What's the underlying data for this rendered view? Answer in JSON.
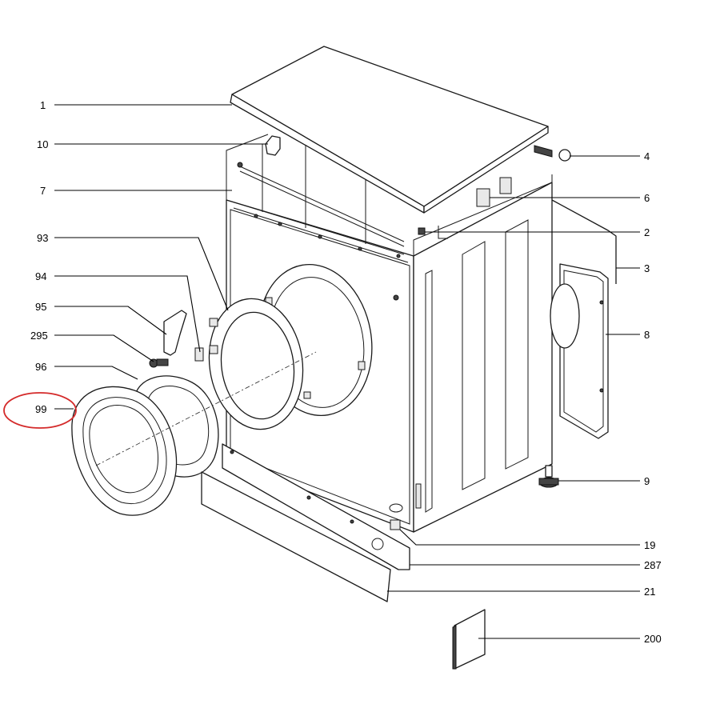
{
  "callouts": [
    {
      "id": "c1",
      "label": "1"
    },
    {
      "id": "c10",
      "label": "10"
    },
    {
      "id": "c7",
      "label": "7"
    },
    {
      "id": "c93",
      "label": "93"
    },
    {
      "id": "c94",
      "label": "94"
    },
    {
      "id": "c95",
      "label": "95"
    },
    {
      "id": "c295",
      "label": "295"
    },
    {
      "id": "c96",
      "label": "96"
    },
    {
      "id": "c99",
      "label": "99"
    },
    {
      "id": "c4",
      "label": "4"
    },
    {
      "id": "c6",
      "label": "6"
    },
    {
      "id": "c2",
      "label": "2"
    },
    {
      "id": "c3",
      "label": "3"
    },
    {
      "id": "c8",
      "label": "8"
    },
    {
      "id": "c9",
      "label": "9"
    },
    {
      "id": "c19",
      "label": "19"
    },
    {
      "id": "c287",
      "label": "287"
    },
    {
      "id": "c21",
      "label": "21"
    },
    {
      "id": "c200",
      "label": "200"
    }
  ],
  "highlight": {
    "target": "99",
    "color": "#d42a2a"
  }
}
